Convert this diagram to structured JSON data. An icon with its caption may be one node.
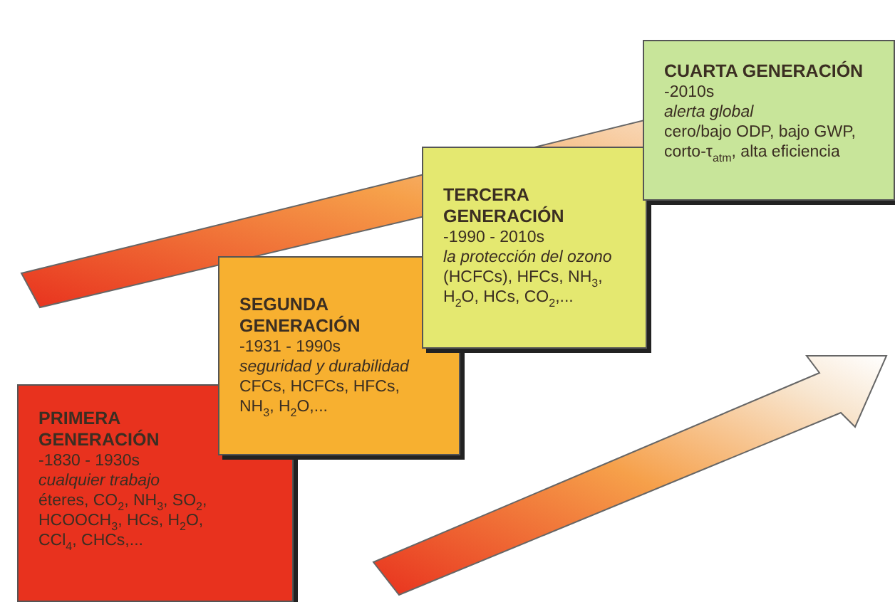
{
  "diagram": {
    "nodes": [
      {
        "text": [
          "PRIMERA GENERACIÓN",
          "-1830 - 1930s",
          "cualquier trabajo",
          "éteres, CO$_{2}$, NH$_{3}$, SO$_{2}$, HCOOCH$_{3}$, HCs, H$_{2}$O, CCl$_{4}$, CHCs,..."
        ]
      },
      {
        "text": [
          "SEGUNDA GENERACIÓN",
          "-1931 - 1990s",
          "seguridad y durabilidad",
          "CFCs, HCFCs, HFCs, NH$_{3}$, H$_{2}$O,..."
        ]
      },
      {
        "text": [
          "TERCERA GENERACIÓN",
          "-1990 - 2010s",
          "la protección del ozono",
          "(HCFCs), HFCs, NH$_{3}$, H$_{2}$O, HCs, CO$_{2}$,..."
        ]
      },
      {
        "text": [
          "CUARTA GENERACIÓN",
          "-2010s",
          "alerta global",
          "cero/bajo ODP, bajo GWP, corto-τ$_{atm}$, alta eficiencia"
        ]
      }
    ]
  }
}
